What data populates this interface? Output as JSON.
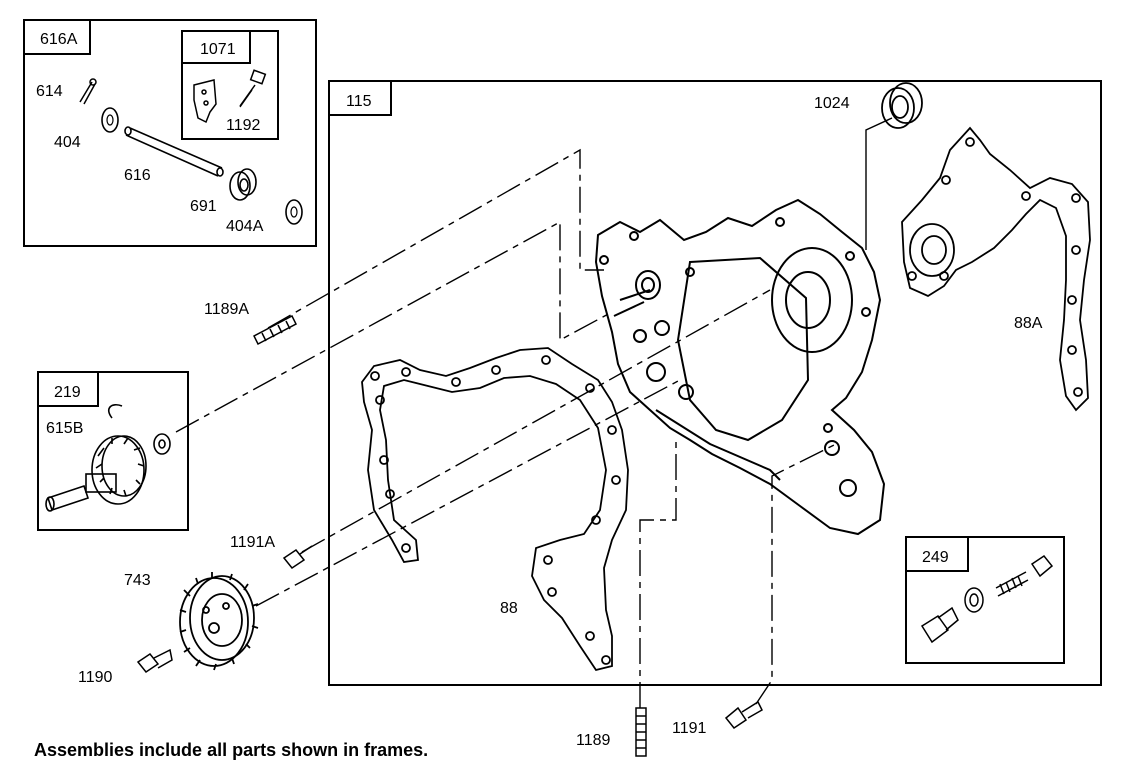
{
  "frames": {
    "f616A": "616A",
    "f1071": "1071",
    "f115": "115",
    "f219": "219",
    "f249": "249"
  },
  "parts": {
    "p614": "614",
    "p404": "404",
    "p616": "616",
    "p691": "691",
    "p404A": "404A",
    "p1192": "1192",
    "p1024": "1024",
    "p88A": "88A",
    "p1189A": "1189A",
    "p615B": "615B",
    "p1191A": "1191A",
    "p743": "743",
    "p1190": "1190",
    "p88": "88",
    "p1189": "1189",
    "p1191": "1191"
  },
  "footnote": "Assemblies include all parts shown in frames."
}
